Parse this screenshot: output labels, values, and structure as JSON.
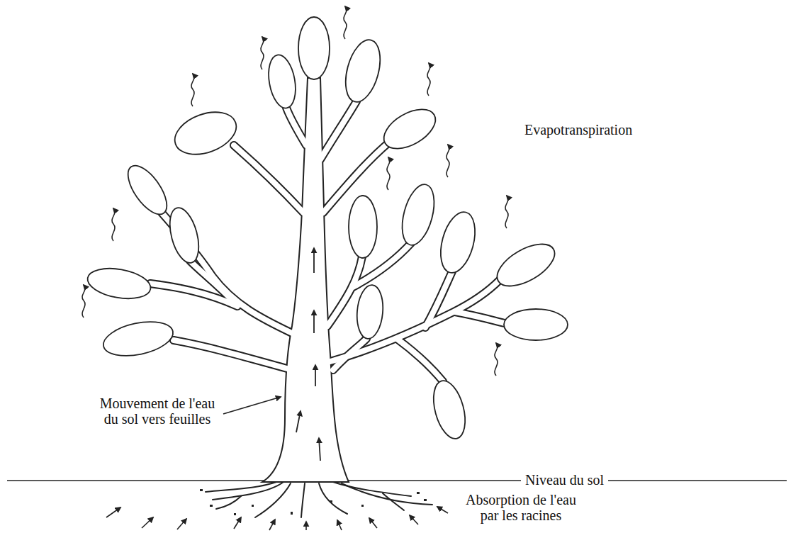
{
  "diagram": {
    "labels": [
      "Evapotranspiration",
      "Mouvement de l'eau du sol vers feuilles",
      "Niveau du sol",
      "Absorption de l'eau par les racines"
    ]
  }
}
